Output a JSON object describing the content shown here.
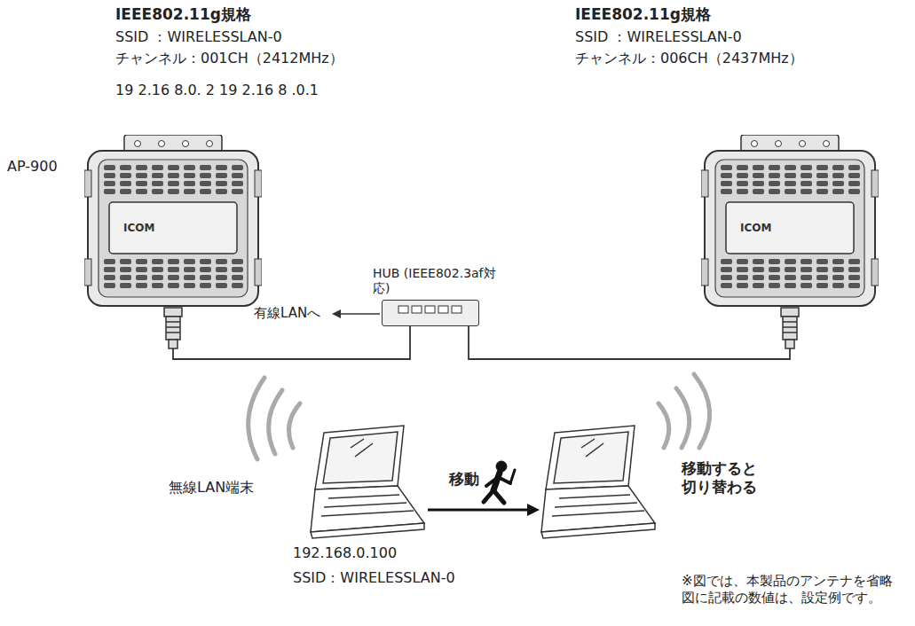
{
  "diagram": {
    "nodes": [
      {
        "text": [
          "ICOM"
        ]
      },
      {
        "text": [
          "ICOM"
        ]
      },
      {
        "text": [
          "HUB (IEEE802.3af対応)"
        ]
      }
    ],
    "edges": [
      {
        "from": 0,
        "to": 2,
        "arrow": "none"
      },
      {
        "from": 2,
        "to": 1,
        "arrow": "none"
      }
    ],
    "labels": [
      "IEEE802.11g規格",
      "SSID ：WIRELESSLAN-0",
      "チャンネル：001CH（2412MHz）",
      "19 2.16 8.0. 2 19 2.16 8 .0.1",
      "IEEE802.11g規格",
      "SSID ：WIRELESSLAN-0",
      "チャンネル：006CH（2437MHz）",
      "AP-900",
      "有線LANへ",
      "無線LAN端末",
      "移動",
      "移動すると 切り替わる",
      "192.168.0.100",
      "SSID：WIRELESSLAN-0",
      "※図では、本製品のアンテナを省略 図に記載の数値は、設定例です。"
    ]
  }
}
